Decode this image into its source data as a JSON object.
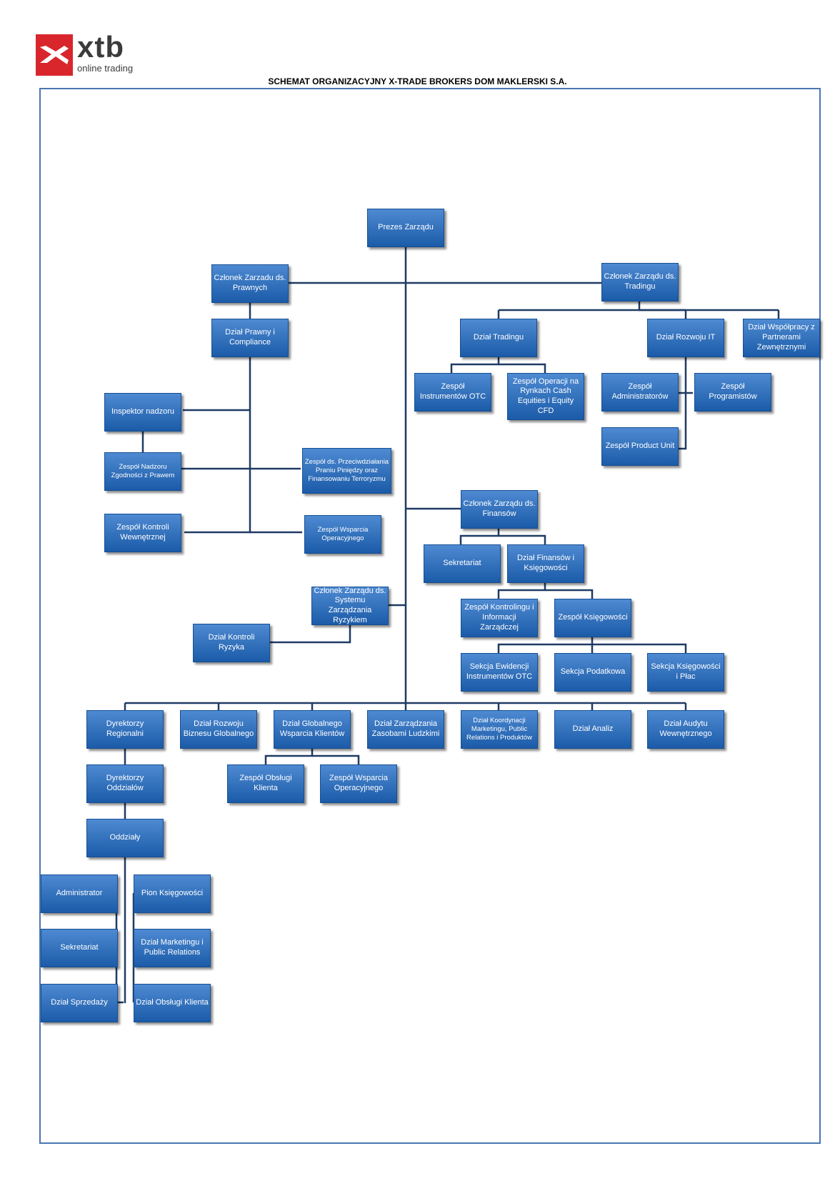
{
  "logo": {
    "brand": "xtb",
    "tagline": "online trading"
  },
  "title": "SCHEMAT ORGANIZACYJNY X-TRADE BROKERS DOM MAKLERSKI S.A.",
  "nodes": {
    "prezes": "Prezes Zarządu",
    "czl_prawne": "Członek Zarzadu ds. Prawnych",
    "czl_trading": "Członek Zarządu ds. Tradingu",
    "dz_prawny": "Dział Prawny i Compliance",
    "dz_trading": "Dział Tradingu",
    "dz_rozwoju_it": "Dział Rozwoju IT",
    "dz_wspolpracy": "Dział Współpracy z Partnerami Zewnętrznymi",
    "zesp_instr_otc": "Zespół Instrumentów OTC",
    "zesp_operacji": "Zespół Operacji na Rynkach Cash Equities i Equity CFD",
    "zesp_admin": "Zespół Administratorów",
    "zesp_prog": "Zespół Programistów",
    "zesp_product": "Zespół Product Unit",
    "inspektor": "Inspektor nadzoru",
    "zesp_nadzoru": "Zespół Nadzoru Zgodności z Prawem",
    "zesp_aml": "Zespół ds. Przeciwdziałania Praniu Piniędzy oraz Finansowaniu Terroryzmu",
    "zesp_kontroli_wewn": "Zespół Kontroli Wewnętrznej",
    "zesp_wsparcia_op1": "Zespół Wsparcia Operacyjnego",
    "czl_finanse": "Członek Zarządu ds. Finansów",
    "sekretariat1": "Sekretariat",
    "dz_finansow": "Dział Finansów i Księgowości",
    "czl_ryzyko": "Członek Zarządu ds. Systemu Zarządzania Ryzykiem",
    "dz_kontroli_ryzyka": "Dział Kontroli Ryzyka",
    "zesp_kontrolingu": "Zespół Kontrolingu i Informacji Zarządczej",
    "zesp_ksiegowosci": "Zespół Księgowości",
    "sekcja_ewidencji": "Sekcja Ewidencji Instrumentów OTC",
    "sekcja_podatkowa": "Sekcja Podatkowa",
    "sekcja_ksieg_plac": "Sekcja Księgowości i Płac",
    "dyr_regionalni": "Dyrektorzy Regionalni",
    "dz_rozwoju_biznesu": "Dział Rozwoju Biznesu Globalnego",
    "dz_globalnego": "Dział Globalnego Wsparcia Klientów",
    "dz_zasobami": "Dział Zarządzania Zasobami Ludzkimi",
    "dz_koordynacji": "Dział Koordynacji Marketingu, Public Relations i Produktów",
    "dz_analiz": "Dział Analiz",
    "dz_audytu": "Dział Audytu Wewnętrznego",
    "zesp_obslugi_klienta": "Zespół Obsługi Klienta",
    "zesp_wsparcia_op2": "Zespół Wsparcia Operacyjnego",
    "dyr_oddzialow": "Dyrektorzy Oddziałów",
    "oddzialy": "Oddziały",
    "administrator": "Administrator",
    "pion_ksiegowosci": "Pion Księgowości",
    "sekretariat2": "Sekretariat",
    "dz_marketingu": "Dział Marketingu i Public Relations",
    "dz_sprzedazy": "Dział Sprzedaży",
    "dz_obslugi_klienta": "Dział Obsługi Klienta"
  },
  "colors": {
    "node_top": "#4e8ad2",
    "node_bottom": "#1b5ba8",
    "connector": "#1f3b64",
    "frame": "#4a76b4",
    "logo_red": "#d8262c"
  }
}
